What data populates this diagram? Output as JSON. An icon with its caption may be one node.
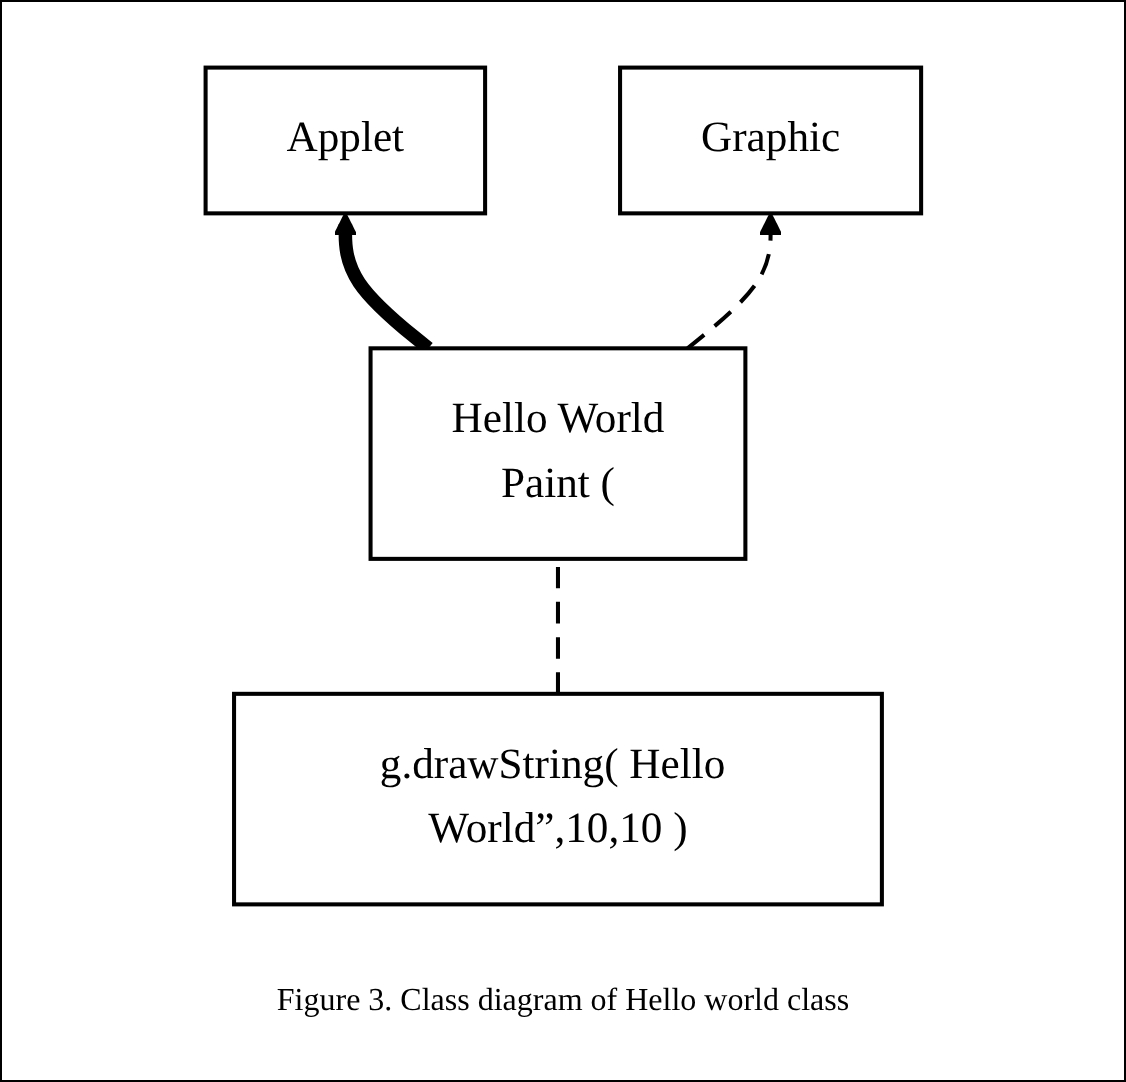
{
  "diagram": {
    "caption": "Figure 3. Class diagram of Hello world class",
    "nodes": [
      {
        "text": [
          "Applet"
        ]
      },
      {
        "text": [
          "Hello World",
          "Paint ("
        ]
      },
      {
        "text": [
          "g.drawString( Hello World”,10,10 )"
        ]
      },
      {
        "text": [
          "Graphic"
        ]
      }
    ],
    "edges": [
      {
        "from": 1,
        "to": 0,
        "arrow": "to",
        "style": "thick"
      },
      {
        "from": 2,
        "to": 1,
        "arrow": "none",
        "style": "dashed"
      },
      {
        "from": 1,
        "to": 3,
        "arrow": "to",
        "style": "dashed"
      }
    ]
  }
}
